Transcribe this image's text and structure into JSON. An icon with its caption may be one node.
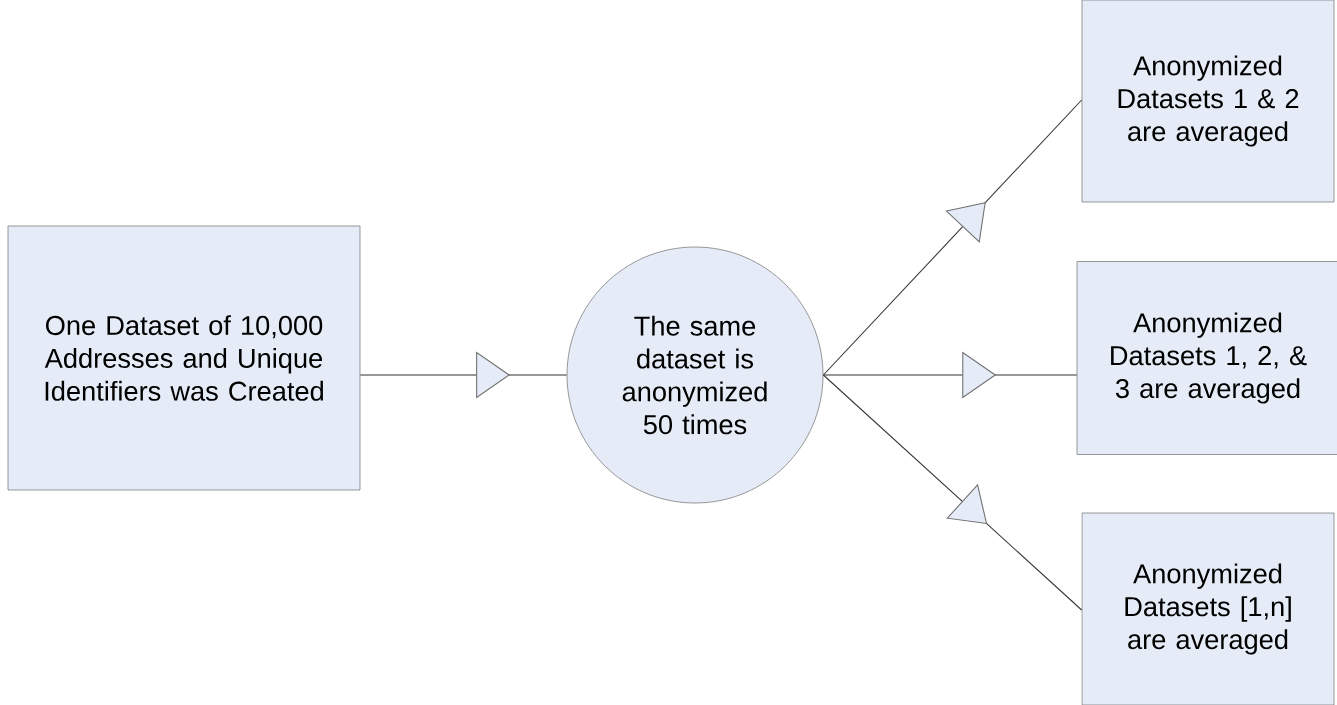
{
  "diagram": {
    "nodes": [
      {
        "text": [
          "One Dataset of 10,000 Addresses and Unique Identifiers was Created"
        ]
      },
      {
        "text": [
          "The same dataset is anonymized 50 times"
        ]
      },
      {
        "text": [
          "Anonymized Datasets 1 & 2 are averaged"
        ]
      },
      {
        "text": [
          "Anonymized Datasets 1, 2, & 3 are averaged"
        ]
      },
      {
        "text": [
          "Anonymized Datasets [1,n] are averaged"
        ]
      }
    ],
    "edges": [
      {
        "from": 0,
        "to": 1,
        "arrow": "to"
      },
      {
        "from": 1,
        "to": 2,
        "arrow": "to"
      },
      {
        "from": 1,
        "to": 3,
        "arrow": "to"
      },
      {
        "from": 1,
        "to": 4,
        "arrow": "to"
      }
    ]
  }
}
